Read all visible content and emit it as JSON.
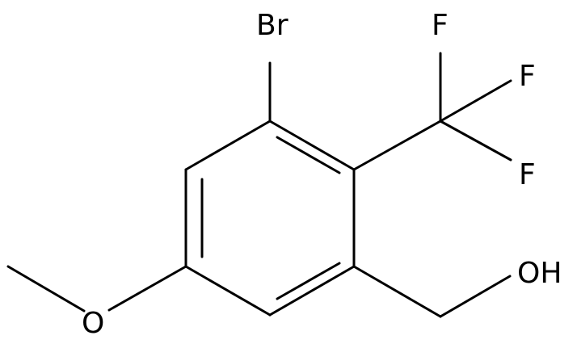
{
  "structure": {
    "atoms": {
      "br": "Br",
      "f_top": "F",
      "f_right": "F",
      "f_bottom": "F",
      "oxygen_methoxy": "O",
      "hydroxyl": "OH"
    },
    "colors": {
      "line": "#000000",
      "background": "#ffffff"
    }
  }
}
